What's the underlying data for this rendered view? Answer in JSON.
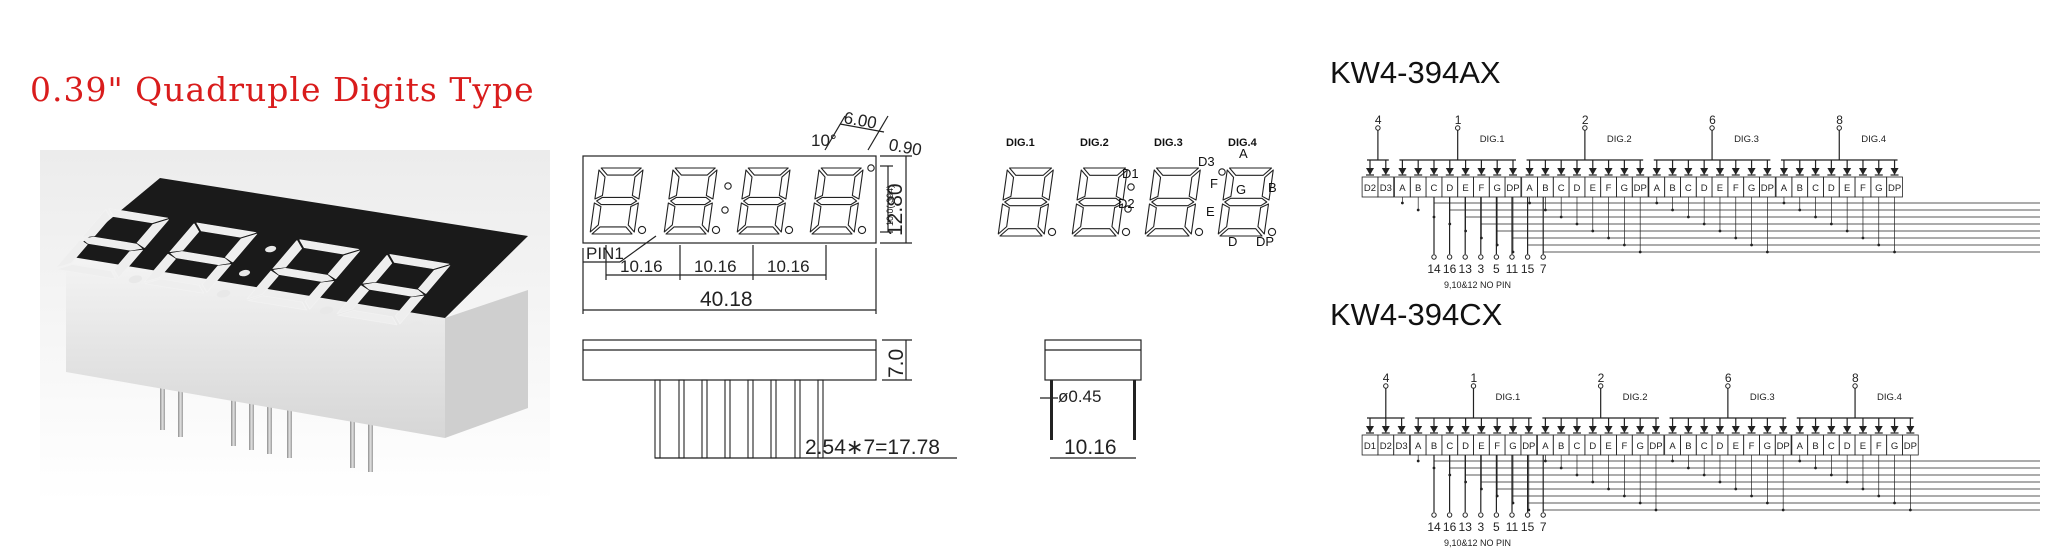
{
  "heading": {
    "title": "0.39\" Quadruple Digits Type"
  },
  "front_view": {
    "pin1_label": "PIN1",
    "dim_width": "40.18",
    "dim_pitch": [
      "10.16",
      "10.16",
      "10.16"
    ],
    "dim_height": "12.80",
    "dim_seg_width": "6.00",
    "dim_slant": "10°",
    "dim_dp": "0.90",
    "dim_inner": "10.0(.394)"
  },
  "side_view": {
    "dim_pins": "2.54∗7=17.78",
    "dim_thickness": "7.0"
  },
  "end_view": {
    "dim_pin_dia": "ø0.45",
    "dim_depth": "10.16"
  },
  "segment_labels": {
    "digits": [
      "DIG.1",
      "DIG.2",
      "DIG.3",
      "DIG.4"
    ],
    "d1": "D1",
    "d2": "D2",
    "d3": "D3",
    "a": "A",
    "b": "B",
    "e": "E",
    "f": "F",
    "g": "G",
    "d": "D",
    "dp": "DP"
  },
  "circuit_ax": {
    "model": "KW4-394AX",
    "groups": [
      {
        "pin": "4",
        "cells": [
          "D2",
          "D3"
        ]
      },
      {
        "pin": "1",
        "label": "DIG.1",
        "cells": [
          "A",
          "B",
          "C",
          "D",
          "E",
          "F",
          "G",
          "DP"
        ]
      },
      {
        "pin": "2",
        "label": "DIG.2",
        "cells": [
          "A",
          "B",
          "C",
          "D",
          "E",
          "F",
          "G",
          "DP"
        ]
      },
      {
        "pin": "6",
        "label": "DIG.3",
        "cells": [
          "A",
          "B",
          "C",
          "D",
          "E",
          "F",
          "G",
          "DP"
        ]
      },
      {
        "pin": "8",
        "label": "DIG.4",
        "cells": [
          "A",
          "B",
          "C",
          "D",
          "E",
          "F",
          "G",
          "DP"
        ]
      }
    ],
    "bottom_pins": [
      "14",
      "16",
      "13",
      "3",
      "5",
      "11",
      "15",
      "7"
    ],
    "note": "9,10&12 NO PIN"
  },
  "circuit_cx": {
    "model": "KW4-394CX",
    "groups": [
      {
        "pin": "4",
        "cells": [
          "D1",
          "D2",
          "D3"
        ]
      },
      {
        "pin": "1",
        "label": "DIG.1",
        "cells": [
          "A",
          "B",
          "C",
          "D",
          "E",
          "F",
          "G",
          "DP"
        ]
      },
      {
        "pin": "2",
        "label": "DIG.2",
        "cells": [
          "A",
          "B",
          "C",
          "D",
          "E",
          "F",
          "G",
          "DP"
        ]
      },
      {
        "pin": "6",
        "label": "DIG.3",
        "cells": [
          "A",
          "B",
          "C",
          "D",
          "E",
          "F",
          "G",
          "DP"
        ]
      },
      {
        "pin": "8",
        "label": "DIG.4",
        "cells": [
          "A",
          "B",
          "C",
          "D",
          "E",
          "F",
          "G",
          "DP"
        ]
      }
    ],
    "bottom_pins": [
      "14",
      "16",
      "13",
      "3",
      "5",
      "11",
      "15",
      "7"
    ],
    "note": "9,10&12 NO PIN"
  }
}
